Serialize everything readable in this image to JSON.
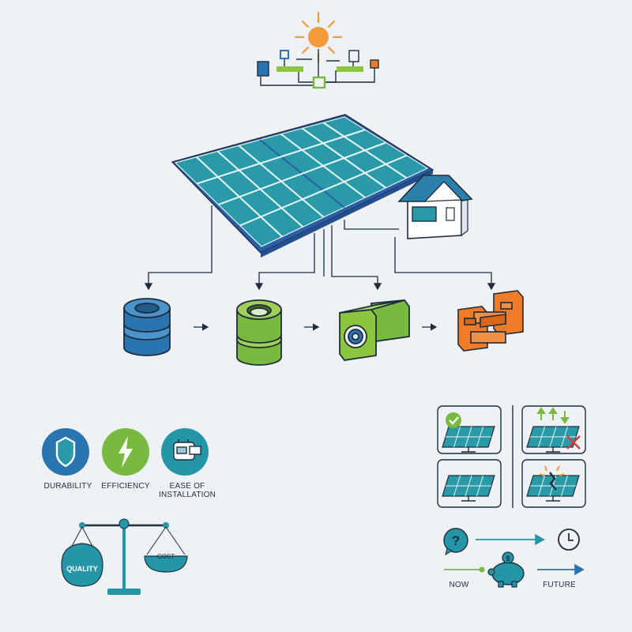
{
  "features": [
    {
      "label": "DURABILITY",
      "icon": "shield-icon",
      "color": "#2a74b0"
    },
    {
      "label": "EFFICIENCY",
      "icon": "lightning-icon",
      "color": "#78b940"
    },
    {
      "label": "EASE OF INSTALLATION",
      "icon": "connector-icon",
      "color": "#2596a8"
    }
  ],
  "scale": {
    "left_label": "QUALITY",
    "right_label": "COST"
  },
  "timeline": {
    "now_label": "NOW",
    "future_label": "FUTURE"
  },
  "connectors": [
    {
      "name": "blue-connector",
      "color": "#2a74b0"
    },
    {
      "name": "green-connector",
      "color": "#78b940"
    },
    {
      "name": "green-box-connector",
      "color": "#78b940"
    },
    {
      "name": "orange-connector",
      "color": "#f07c2a"
    }
  ],
  "colors": {
    "panel": "#2b9aa8",
    "panel_frame": "#2a5fa8",
    "outline": "#1f2d3d",
    "accent_orange": "#f39a3b",
    "accent_green": "#78b940",
    "accent_blue": "#2a74b0",
    "teal": "#2596a8"
  }
}
